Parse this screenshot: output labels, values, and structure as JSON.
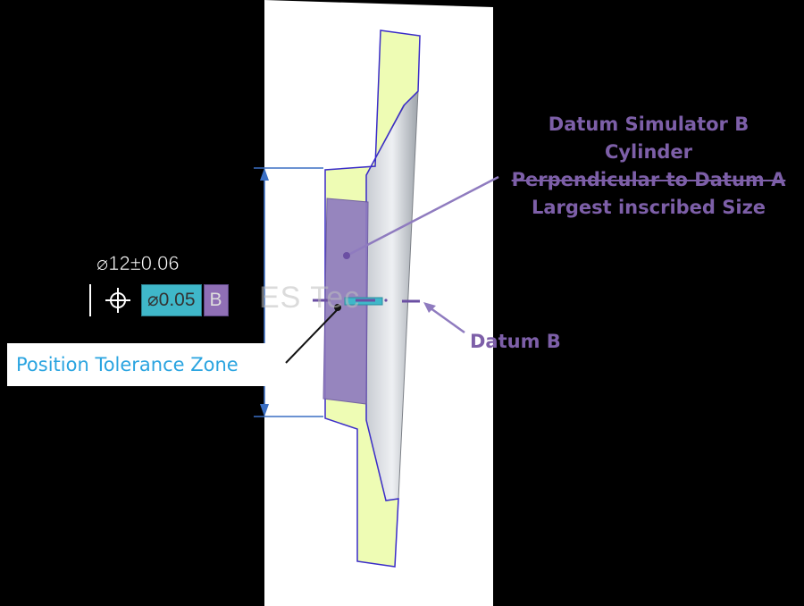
{
  "callout": {
    "line1": "Datum Simulator B",
    "line2": "Cylinder",
    "line3": "Perpendicular to Datum A",
    "line4": "Largest inscribed Size"
  },
  "datum_b_label": "Datum B",
  "position_zone_label": "Position Tolerance Zone",
  "size_dimension": "⌀12±0.06",
  "feature_control_frame": {
    "tolerance": "⌀0.05",
    "datum": "B"
  },
  "watermark": "ES Tec",
  "colors": {
    "background": "#000000",
    "panel": "#ffffff",
    "part_face": "#eefcb4",
    "part_outline": "#3a2cc8",
    "simulator": "#8f7bbf",
    "callout_text": "#7d5fa8",
    "zone_label": "#2aa4e0",
    "zone_fill": "#3fb7c9"
  }
}
